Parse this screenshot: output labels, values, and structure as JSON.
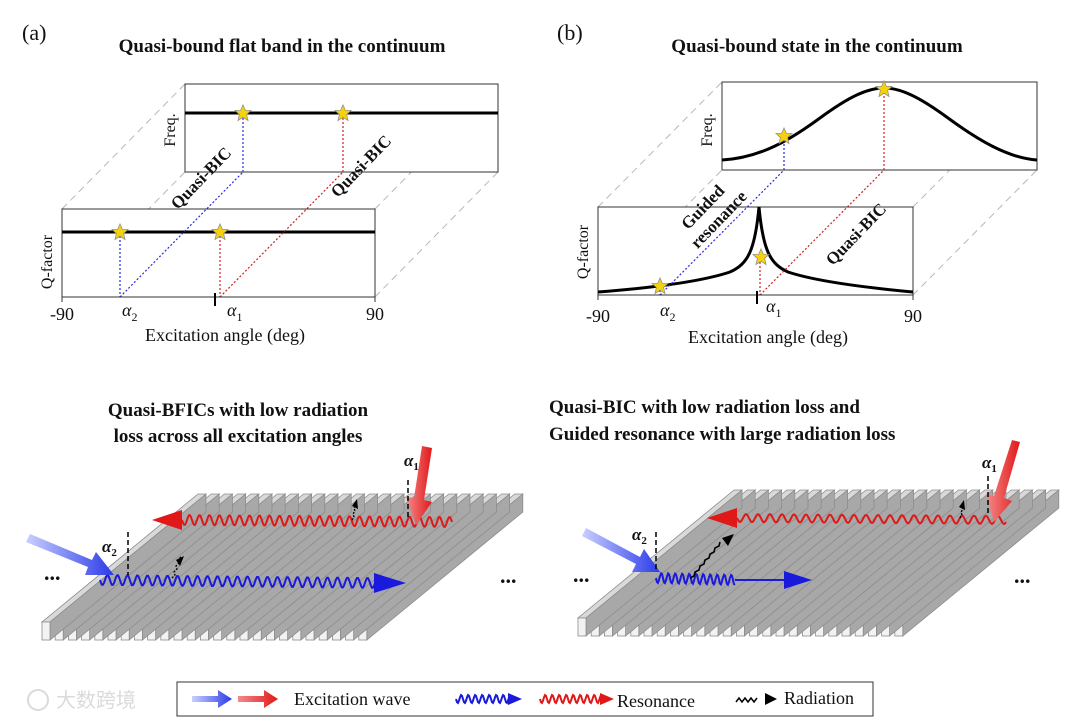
{
  "panel_a": {
    "letter": "(a)",
    "title": "Quasi-bound flat band in the continuum",
    "freq_label": "Freq.",
    "q_label": "Q-factor",
    "line_label_1": "Quasi-BIC",
    "line_label_2": "Quasi-BIC",
    "x_min_label": "-90",
    "x_max_label": "90",
    "alpha2": "α",
    "alpha2_sub": "2",
    "alpha1": "α",
    "alpha1_sub": "1",
    "xlabel": "Excitation angle (deg)",
    "caption_line1": "Quasi-BFICs with low radiation",
    "caption_line2": "loss across all excitation angles"
  },
  "panel_b": {
    "letter": "(b)",
    "title": "Quasi-bound state in the continuum",
    "freq_label": "Freq.",
    "q_label": "Q-factor",
    "line_label_1a": "Guided",
    "line_label_1b": "resonance",
    "line_label_2": "Quasi-BIC",
    "x_min_label": "-90",
    "x_max_label": "90",
    "alpha2": "α",
    "alpha2_sub": "2",
    "alpha1": "α",
    "alpha1_sub": "1",
    "xlabel": "Excitation angle (deg)",
    "caption_line1": "Quasi-BIC with low radiation loss and",
    "caption_line2": "Guided resonance with large radiation loss"
  },
  "gratings": {
    "left_dots_a": "...",
    "right_dots_a": "...",
    "left_dots_b": "...",
    "right_dots_b": "..."
  },
  "legend": {
    "excitation": "Excitation wave",
    "resonance": "Resonance",
    "radiation": "Radiation"
  },
  "watermark": "大数跨境",
  "colors": {
    "blue": "#1a1adc",
    "red": "#e01818",
    "star": "#f5d20c",
    "blue_dotted": "#2a2ae0",
    "red_dotted": "#d02020"
  }
}
